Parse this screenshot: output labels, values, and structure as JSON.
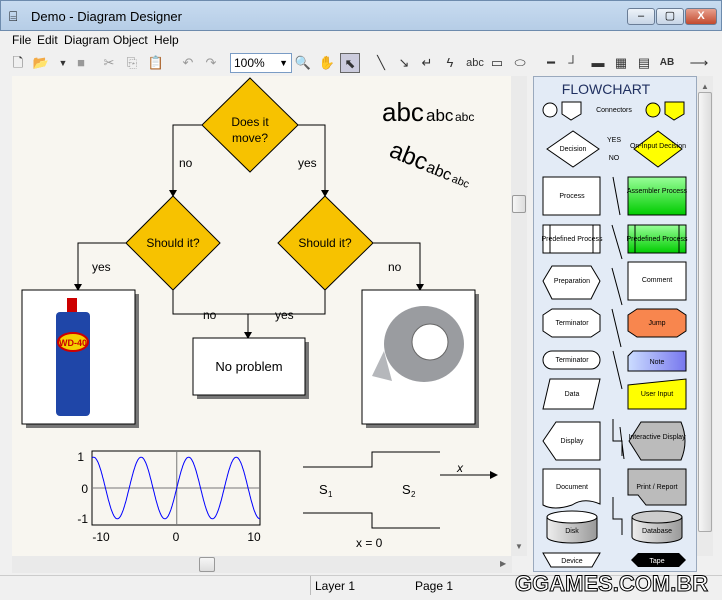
{
  "window": {
    "title": "Demo - Diagram Designer",
    "minimize": "–",
    "maximize": "▢",
    "close": "X"
  },
  "menu": [
    "File",
    "Edit",
    "Diagram",
    "Object",
    "Help"
  ],
  "toolbar": {
    "zoom": "100%",
    "text_tool": "abc"
  },
  "diagram": {
    "q1": [
      "Does it",
      "move?"
    ],
    "q2": "Should it?",
    "q3": "Should it?",
    "no1": "no",
    "yes1": "yes",
    "yes2": "yes",
    "no2": "no",
    "no3": "no",
    "yes3": "yes",
    "result": "No problem",
    "wd40": "WD-40",
    "abc": "abc"
  },
  "plot": {
    "y_ticks": [
      "1",
      "0",
      "-1"
    ],
    "x_ticks": [
      "-10",
      "0",
      "10"
    ],
    "xlim": [
      -11.2,
      11
    ],
    "ylim": [
      -1.2,
      1.2
    ],
    "function": "sin"
  },
  "pipe": {
    "s1": "S",
    "s1_sub": "1",
    "s2": "S",
    "s2_sub": "2",
    "x_label": "x",
    "x0": "x = 0"
  },
  "palette": {
    "title": "FLOWCHART",
    "connectors": "Connectors",
    "yes": "YES",
    "no": "NO",
    "items": [
      "Decision",
      "On-Input Decision",
      "Process",
      "Assembler Process",
      "Predefined Process",
      "Predefined Process",
      "Preparation",
      "Comment",
      "Terminator",
      "Jump",
      "Terminator",
      "Note",
      "Data",
      "User Input",
      "Display",
      "Interactive Display",
      "Document",
      "Print / Report",
      "Disk",
      "Database",
      "Device",
      "Tape"
    ]
  },
  "status": {
    "layer": "Layer 1",
    "page": "Page 1"
  },
  "watermark": "GGAMES.COM.BR"
}
